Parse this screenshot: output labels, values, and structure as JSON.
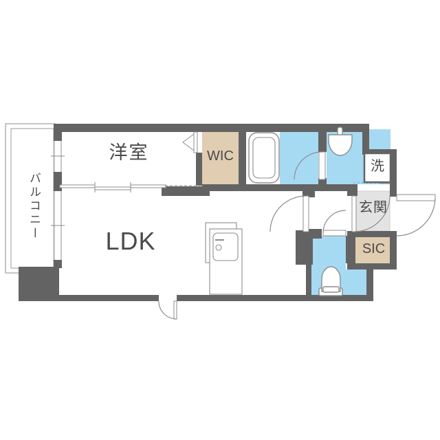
{
  "title": "1LDK apartment floor plan",
  "rooms": {
    "balcony": {
      "label": "バルコニー"
    },
    "western_room": {
      "label": "洋室"
    },
    "wic": {
      "label": "WIC"
    },
    "ldk": {
      "label": "LDK"
    },
    "laundry": {
      "label": "洗"
    },
    "entrance": {
      "label": "玄関"
    },
    "sic": {
      "label": "SIC"
    }
  },
  "fixtures": {
    "bathtub": "bathtub-icon",
    "washbasin": "washbasin-icon",
    "toilet": "toilet-icon",
    "refrigerator": "refrigerator-icon",
    "doors": "door-swing-arc-icon",
    "sliding_door": "sliding-door-icon"
  },
  "colors": {
    "wall": "#636363",
    "water_area": "#a6daf3",
    "storage": "#e0cdb2",
    "entrance_floor": "#e3e3e3",
    "outline": "#8c8c8c",
    "text": "#4a4a4a",
    "background": "#ffffff",
    "dotted_accent": "#8fcdec"
  }
}
